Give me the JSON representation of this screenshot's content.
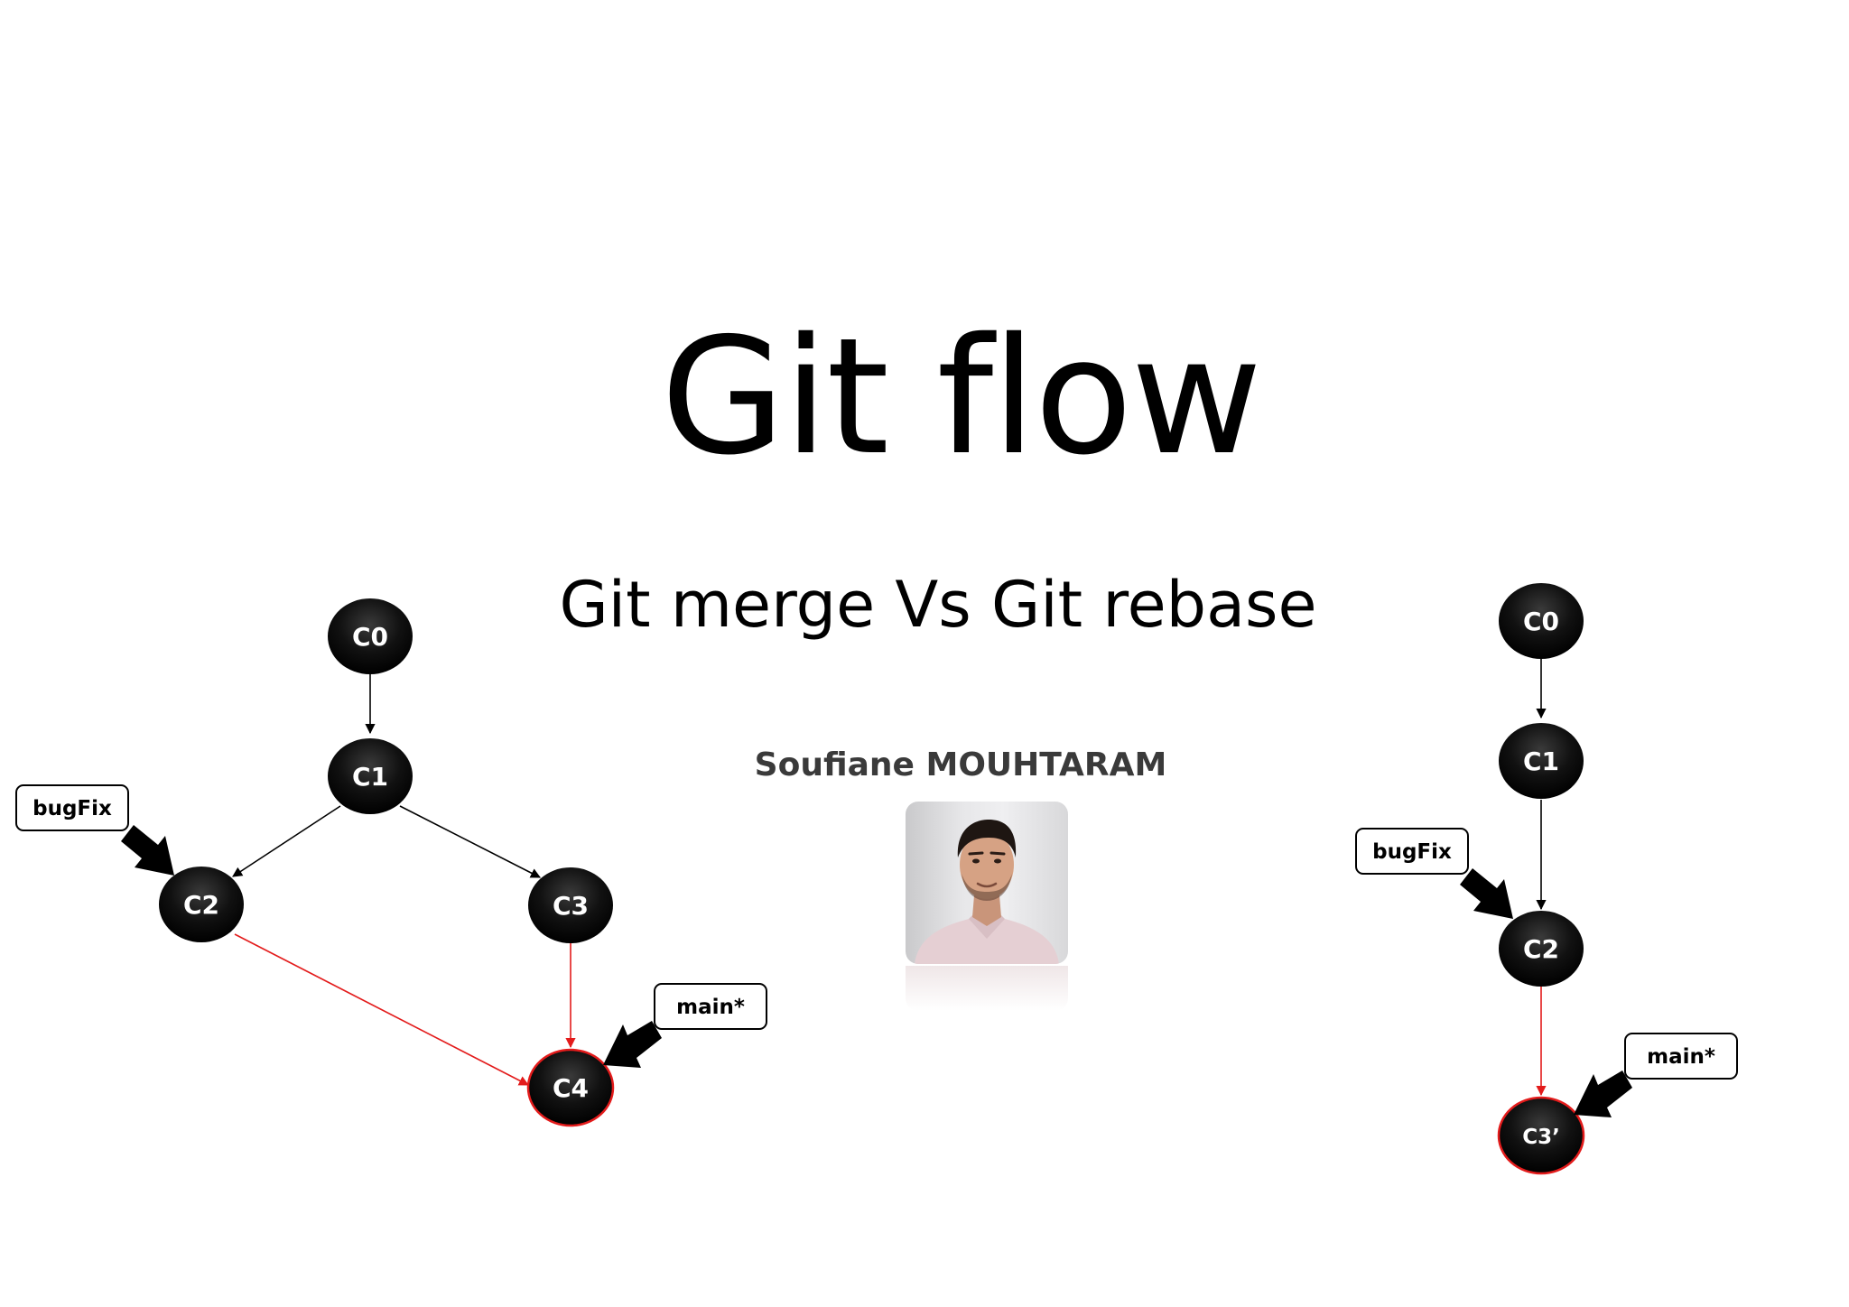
{
  "slide": {
    "title": "Git flow",
    "subtitle": "Git merge Vs Git rebase",
    "author": "Soufiane MOUHTARAM"
  },
  "colors": {
    "node_fill": "#000000",
    "edge_default": "#000000",
    "edge_highlight": "#e31b1b",
    "node_highlight_border": "#e31b1b"
  },
  "diagrams": {
    "merge": {
      "nodes": [
        "C0",
        "C1",
        "C2",
        "C3",
        "C4"
      ],
      "edges": [
        {
          "from": "C0",
          "to": "C1",
          "highlight": false
        },
        {
          "from": "C1",
          "to": "C2",
          "highlight": false
        },
        {
          "from": "C1",
          "to": "C3",
          "highlight": false
        },
        {
          "from": "C2",
          "to": "C4",
          "highlight": true
        },
        {
          "from": "C3",
          "to": "C4",
          "highlight": true
        }
      ],
      "branches": [
        {
          "name": "bugFix",
          "points_to": "C2"
        },
        {
          "name": "main*",
          "points_to": "C4"
        }
      ]
    },
    "rebase": {
      "nodes": [
        "C0",
        "C1",
        "C2",
        "C3’"
      ],
      "edges": [
        {
          "from": "C0",
          "to": "C1",
          "highlight": false
        },
        {
          "from": "C1",
          "to": "C2",
          "highlight": false
        },
        {
          "from": "C2",
          "to": "C3’",
          "highlight": true
        }
      ],
      "branches": [
        {
          "name": "bugFix",
          "points_to": "C2"
        },
        {
          "name": "main*",
          "points_to": "C3’"
        }
      ]
    }
  }
}
